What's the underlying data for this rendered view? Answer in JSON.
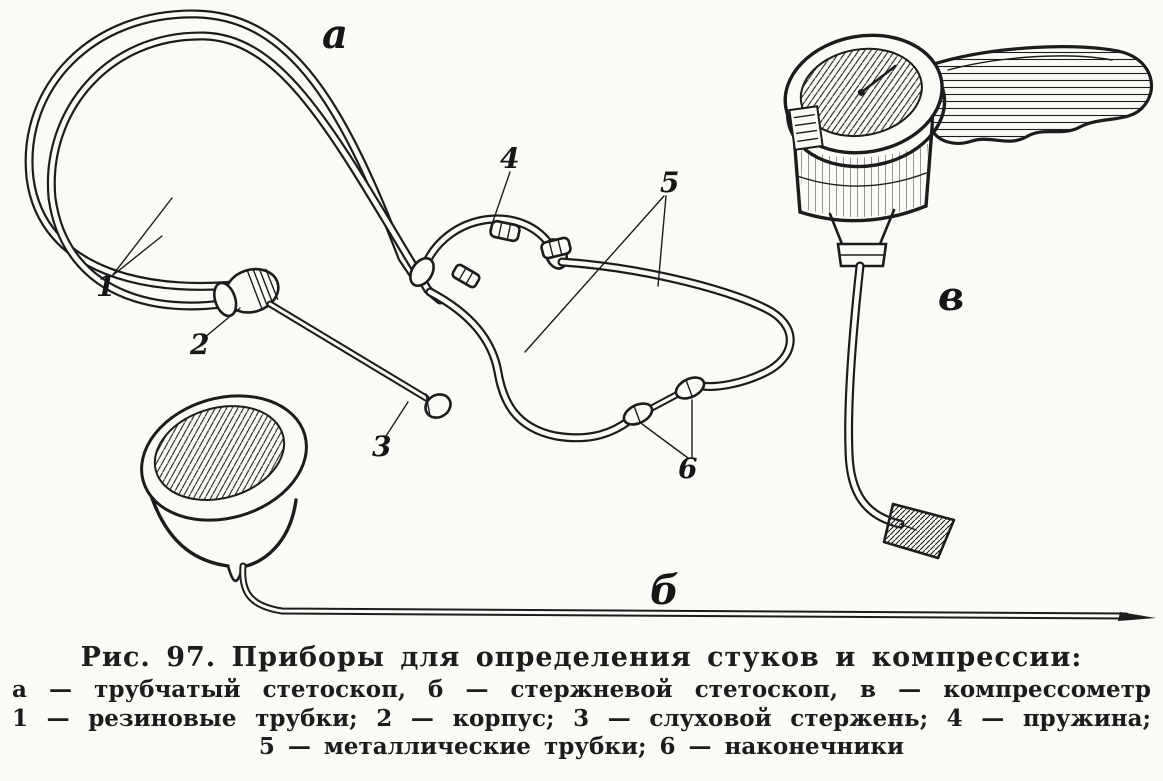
{
  "figure": {
    "caption": "Рис. 97. Приборы для определения стуков и компрессии:",
    "legend": {
      "line1": "а — трубчатый стетоскоп, б — стержневой стетоскоп, в — компрессометр",
      "line2": "1 — резиновые трубки; 2 — корпус; 3 — слуховой стержень; 4 — пружина;",
      "line3": "5 — металлические трубки; 6 — наконечники"
    },
    "labels": {
      "device_a": "а",
      "device_b": "б",
      "device_v": "в",
      "part1": "1",
      "part2": "2",
      "part3": "3",
      "part4": "4",
      "part5": "5",
      "part6": "6"
    },
    "parts_meaning": {
      "a": "трубчатый стетоскоп",
      "b": "стержневой стетоскоп",
      "v": "компрессометр",
      "1": "резиновые трубки",
      "2": "корпус",
      "3": "слуховой стержень",
      "4": "пружина",
      "5": "металлические трубки",
      "6": "наконечники"
    },
    "colors": {
      "ink": "#1c1c1c",
      "paper": "#fbfaf6"
    }
  }
}
